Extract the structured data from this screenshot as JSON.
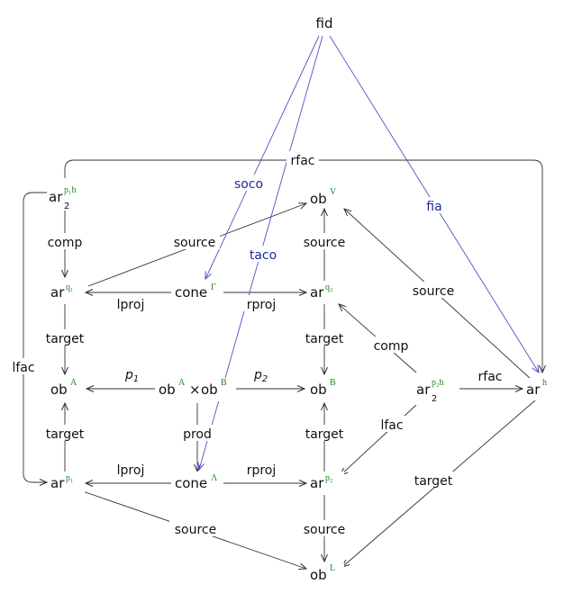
{
  "nodes": {
    "fid": "fid",
    "ar2_p1h": {
      "base": "ar",
      "sub": "2",
      "sup": "p₁h"
    },
    "obV": {
      "base": "ob",
      "sup": "V"
    },
    "arq1": {
      "base": "ar",
      "sup": "q₁"
    },
    "coneG": {
      "base": "cone",
      "sup": "Γ"
    },
    "arq2": {
      "base": "ar",
      "sup": "q₂"
    },
    "obA": {
      "base": "ob",
      "sup": "A"
    },
    "obAxB": {
      "b1": "ob",
      "s1": "A",
      "x": "×",
      "b2": "ob",
      "s2": "B"
    },
    "obB": {
      "base": "ob",
      "sup": "B"
    },
    "ar2_p2h": {
      "base": "ar",
      "sub": "2",
      "sup": "p₂h"
    },
    "arh": {
      "base": "ar",
      "sup": "h"
    },
    "arp1": {
      "base": "ar",
      "sup": "p₁"
    },
    "coneL": {
      "base": "cone",
      "sup": "Λ"
    },
    "arp2": {
      "base": "ar",
      "sup": "p₂"
    },
    "obL": {
      "base": "ob",
      "sup": "L"
    }
  },
  "labels": {
    "rfac_top": "rfac",
    "soco": "soco",
    "fia": "fia",
    "taco": "taco",
    "comp_left": "comp",
    "source_left": "source",
    "source_mid": "source",
    "source_right": "source",
    "lproj_top": "lproj",
    "rproj_top": "rproj",
    "lfac_left": "lfac",
    "target_left_top": "target",
    "target_mid_top": "target",
    "comp_right": "comp",
    "p1": "p",
    "p1_sub": "1",
    "p2": "p",
    "p2_sub": "2",
    "rfac_right": "rfac",
    "target_left_bot": "target",
    "prod": "prod",
    "target_mid_bot": "target",
    "lfac_right": "lfac",
    "lproj_bot": "lproj",
    "rproj_bot": "rproj",
    "target_right": "target",
    "source_bottom": "source",
    "source_mid_bot": "source"
  },
  "colors": {
    "edge": "#333333",
    "blue_edge": "#5050c8",
    "blue_text": "#1f2a9a",
    "superscript": "#1e8a1e"
  }
}
